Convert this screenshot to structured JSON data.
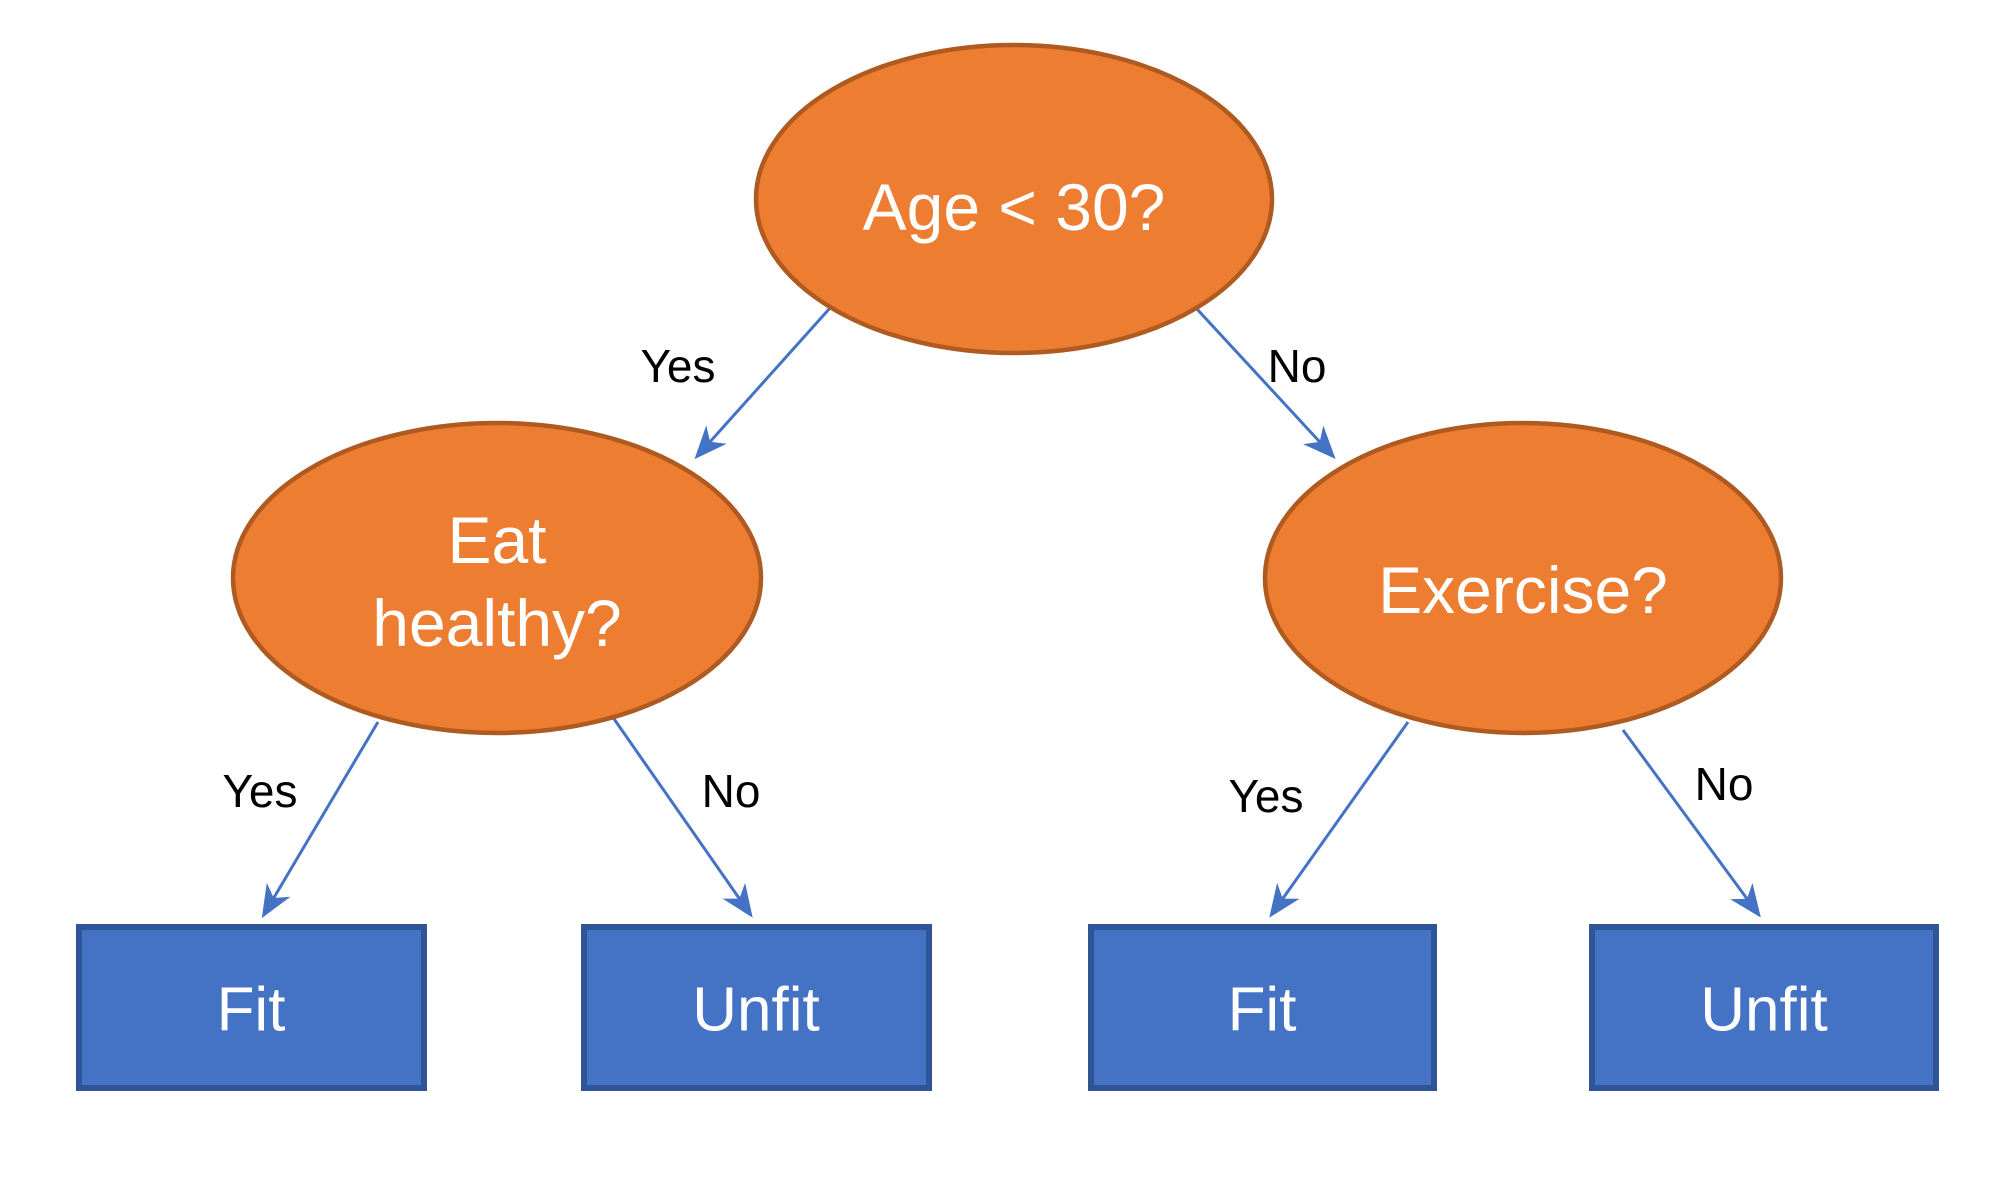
{
  "diagram": {
    "type": "decision-tree",
    "colors": {
      "decision_fill": "#ED7D31",
      "decision_stroke": "#AE5A21",
      "leaf_fill": "#4472C4",
      "leaf_stroke": "#2F5597",
      "arrow": "#4472C4",
      "edge_label_color": "#000000",
      "node_text_color": "#FFFFFF",
      "background": "#FFFFFF"
    },
    "nodes": {
      "root": {
        "label": "Age < 30?"
      },
      "eat": {
        "label_line1": "Eat",
        "label_line2": "healthy?"
      },
      "exercise": {
        "label": "Exercise?"
      },
      "fit_left": {
        "label": "Fit"
      },
      "unfit_left": {
        "label": "Unfit"
      },
      "fit_right": {
        "label": "Fit"
      },
      "unfit_right": {
        "label": "Unfit"
      }
    },
    "edges": {
      "root_yes": {
        "from": "root",
        "to": "eat",
        "label": "Yes"
      },
      "root_no": {
        "from": "root",
        "to": "exercise",
        "label": "No"
      },
      "eat_yes": {
        "from": "eat",
        "to": "fit_left",
        "label": "Yes"
      },
      "eat_no": {
        "from": "eat",
        "to": "unfit_left",
        "label": "No"
      },
      "exercise_yes": {
        "from": "exercise",
        "to": "fit_right",
        "label": "Yes"
      },
      "exercise_no": {
        "from": "exercise",
        "to": "unfit_right",
        "label": "No"
      }
    }
  }
}
